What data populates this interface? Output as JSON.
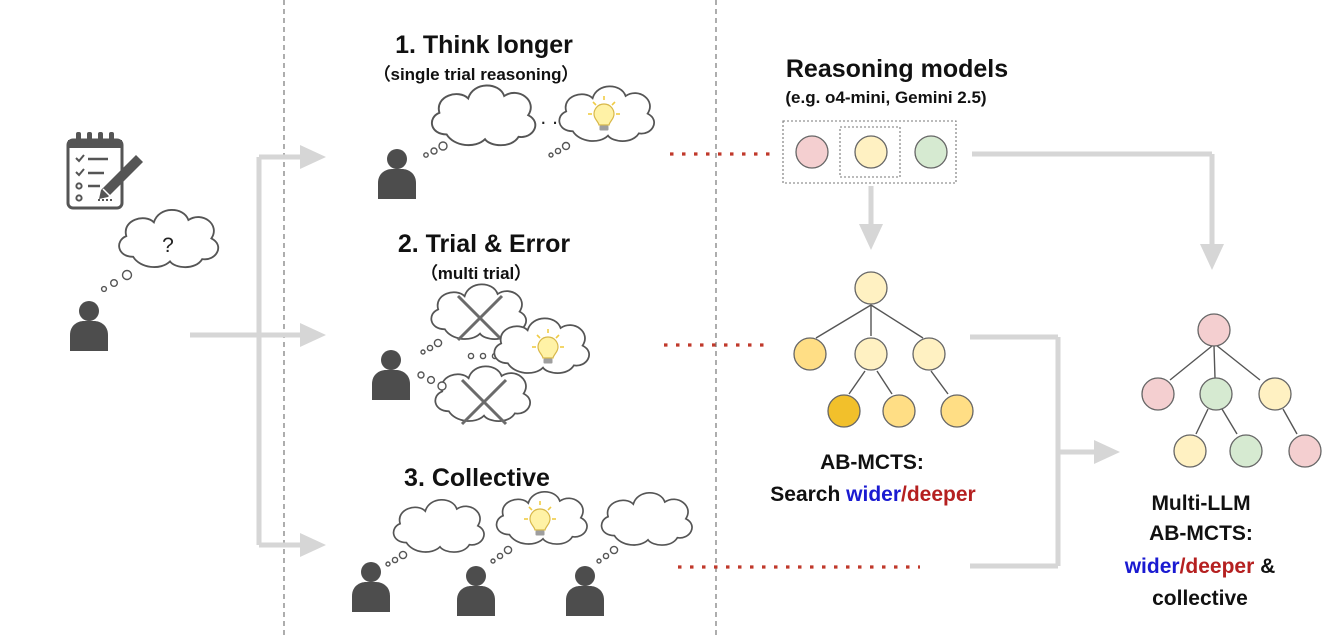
{
  "left": {
    "question_mark": "?"
  },
  "approaches": [
    {
      "title": "1. Think longer",
      "subtitle": "（single trial reasoning）"
    },
    {
      "title": "2. Trial & Error",
      "subtitle": "（multi trial）"
    },
    {
      "title": "3. Collective"
    }
  ],
  "reasoning_models": {
    "title": "Reasoning models",
    "subtitle": "(e.g. o4-mini, Gemini 2.5)"
  },
  "ab_mcts": {
    "line1": "AB-MCTS:",
    "line2_prefix": "Search ",
    "wider": "wider",
    "slash": "/",
    "deeper": "deeper"
  },
  "multi_llm": {
    "line1": "Multi-LLM",
    "line2": "AB-MCTS:",
    "wider": "wider",
    "slash": "/",
    "deeper": "deeper",
    "amp": " &",
    "collective": "collective"
  },
  "ellipsis": ". . .",
  "colors": {
    "wider": "#1a1ad1",
    "deeper": "#b52020",
    "collective": "#8e2bd6",
    "node_red": "#f4cfd0",
    "node_yellow": "#fff1c2",
    "node_green": "#d6ead1",
    "node_gold": "#ffde85",
    "node_dark_gold": "#f2c02b"
  }
}
